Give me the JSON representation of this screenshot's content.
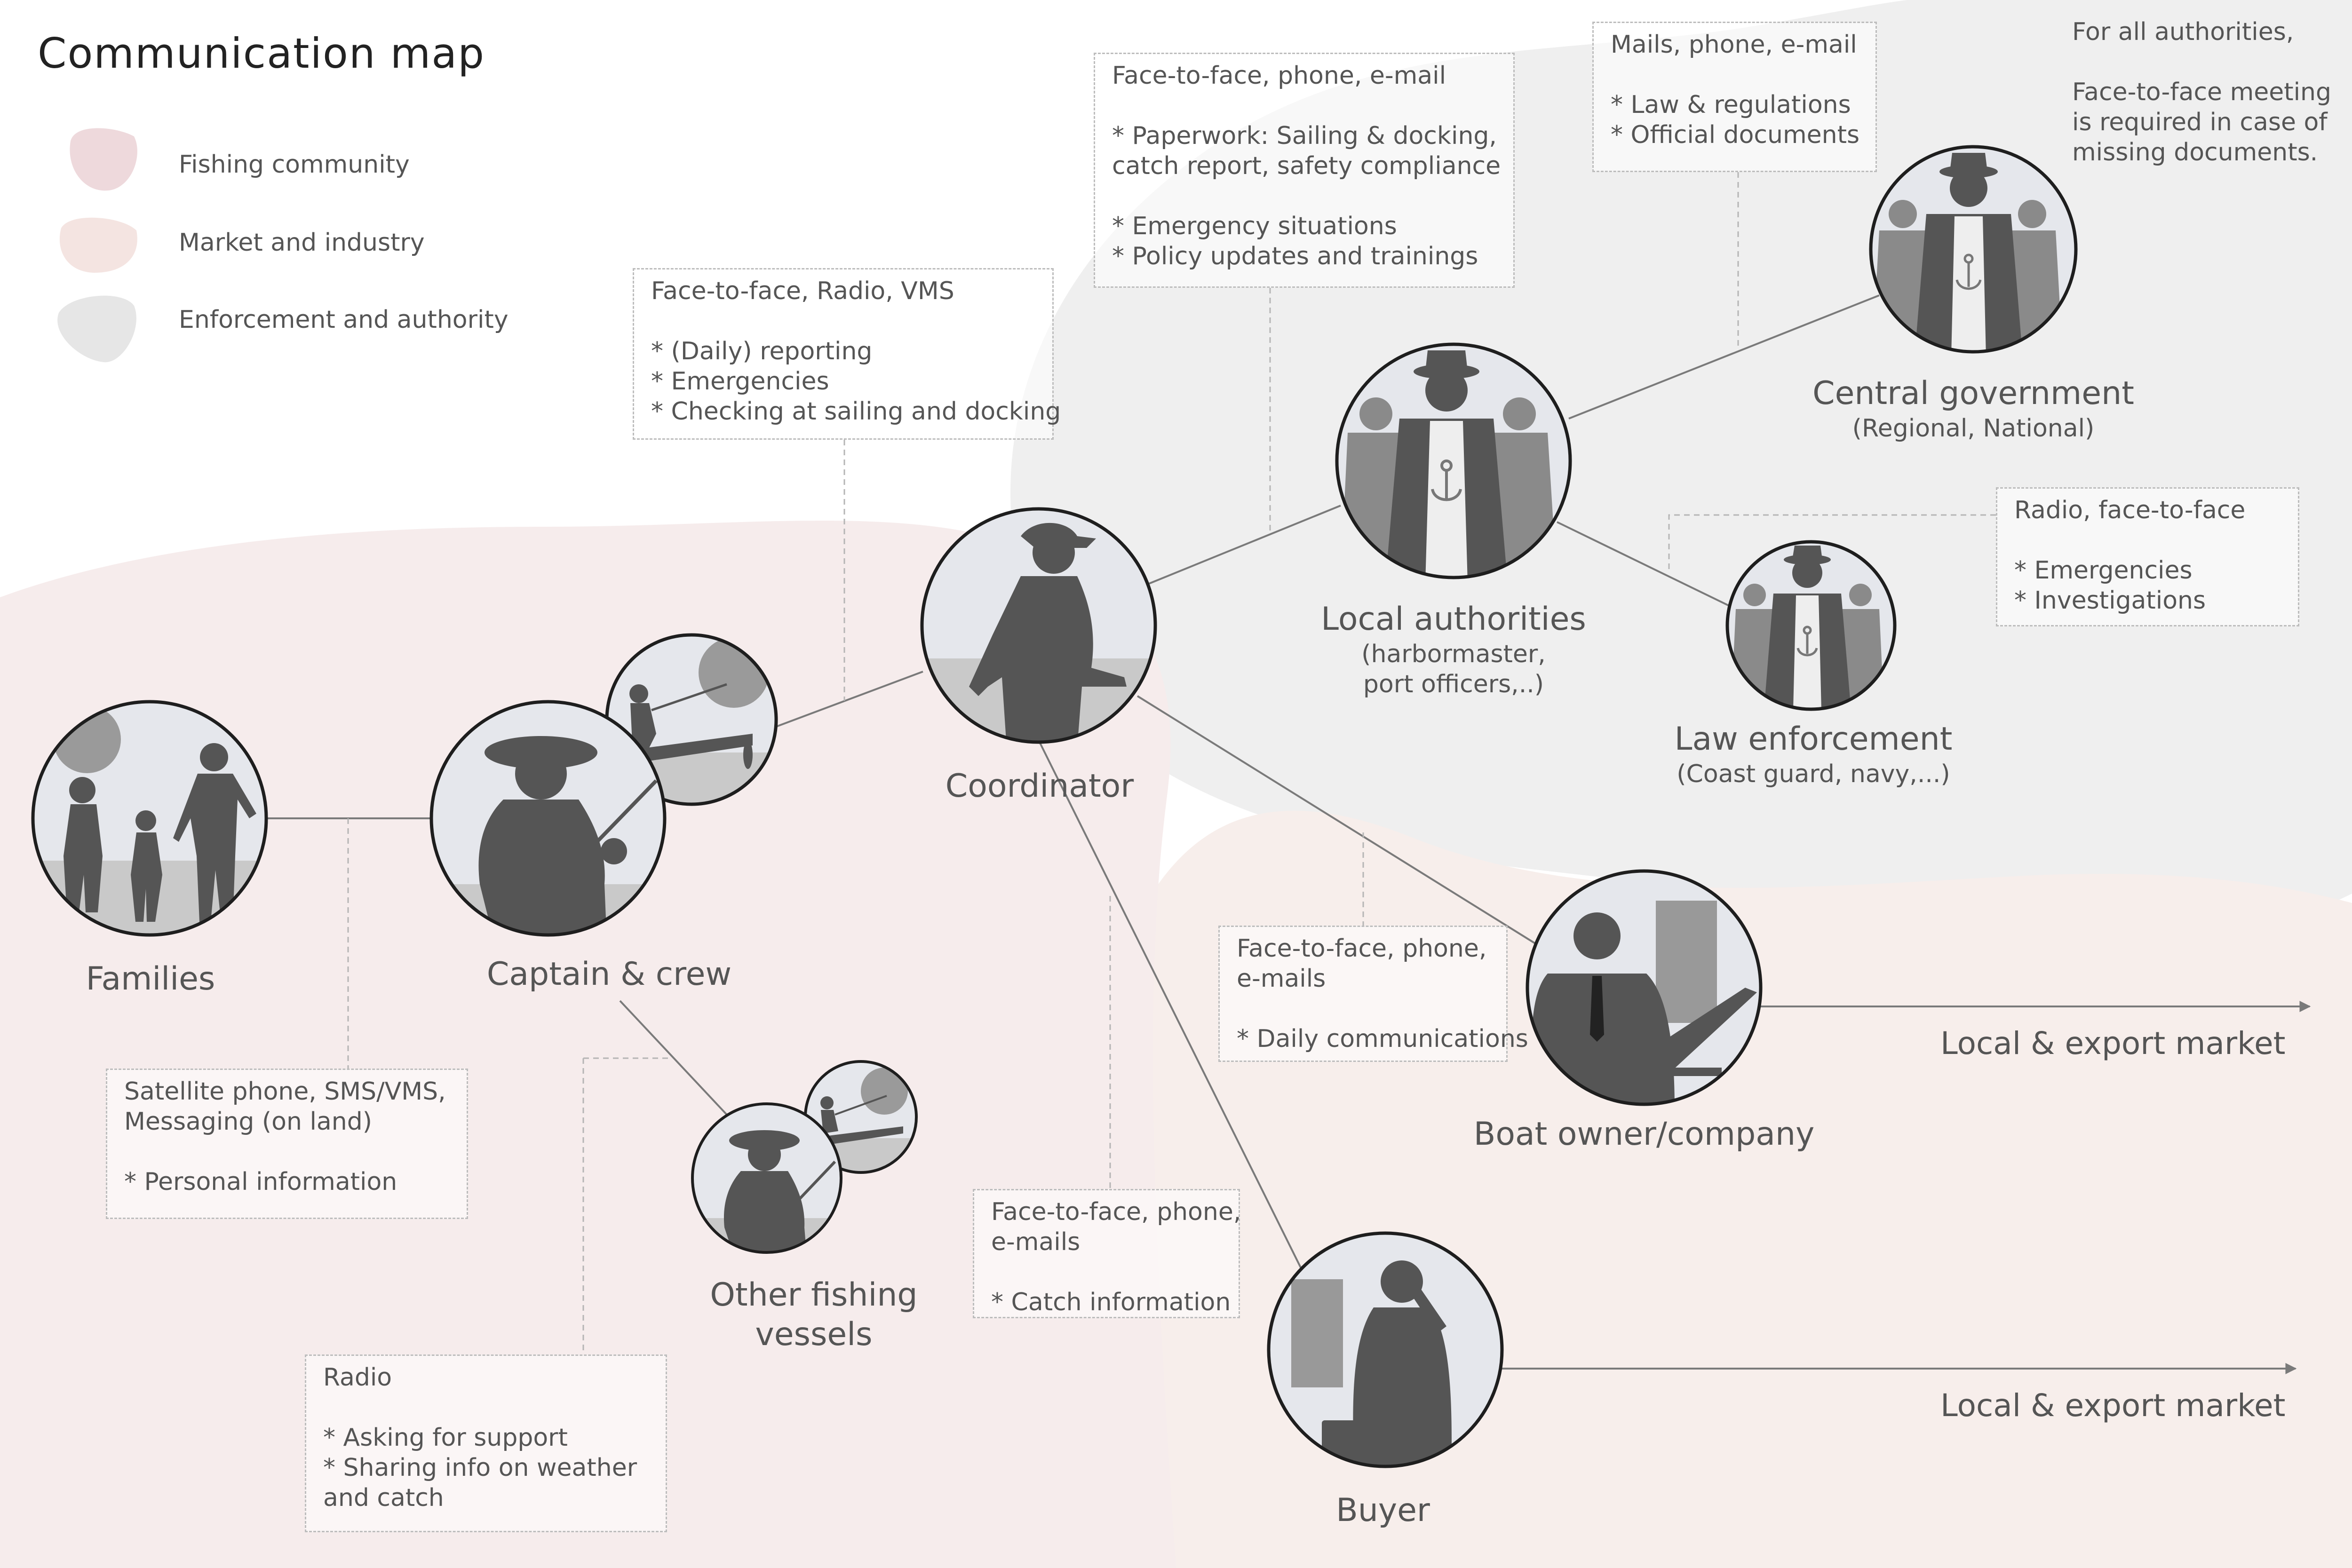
{
  "title": "Communication map",
  "legend": [
    {
      "label": "Fishing community",
      "color": "#eed9dc"
    },
    {
      "label": "Market and industry",
      "color": "#f4e4e1"
    },
    {
      "label": "Enforcement and authority",
      "color": "#e6e6e6"
    }
  ],
  "colors": {
    "fishing_area": "#f6ecec",
    "authority_area": "#efefef",
    "silhouette": "#555555",
    "node_ring": "#1e1e1e",
    "line": "#7a7a7a"
  },
  "nodes": {
    "families": {
      "label": "Families",
      "icon": "family-silhouette-icon"
    },
    "captain": {
      "label": "Captain & crew",
      "icon": "fisherman-silhouette-icon"
    },
    "coordinator": {
      "label": "Coordinator",
      "icon": "coordinator-silhouette-icon"
    },
    "local_authorities": {
      "label": "Local authorities",
      "sub1": "(harbormaster,",
      "sub2": "port officers,..)",
      "icon": "officials-silhouette-icon"
    },
    "central_government": {
      "label": "Central government",
      "sub1": "(Regional, National)",
      "icon": "officials-silhouette-icon"
    },
    "law_enforcement": {
      "label": "Law enforcement",
      "sub1": "(Coast guard, navy,...)",
      "icon": "officials-silhouette-icon"
    },
    "boat_owner": {
      "label": "Boat owner/company",
      "icon": "businessman-laptop-icon"
    },
    "buyer": {
      "label": "Buyer",
      "icon": "buyer-phone-icon"
    },
    "other_vessels": {
      "label1": "Other fishing",
      "label2": "vessels",
      "icon": "fisherman-silhouette-icon"
    }
  },
  "notes": {
    "families_captain": {
      "lines": [
        "Satellite phone, SMS/VMS,",
        "Messaging (on land)",
        "",
        "* Personal information"
      ]
    },
    "captain_other": {
      "lines": [
        "Radio",
        "",
        "* Asking for support",
        "* Sharing info on weather",
        "and catch"
      ]
    },
    "captain_coordinator": {
      "lines": [
        "Face-to-face, Radio, VMS",
        "",
        "* (Daily) reporting",
        "* Emergencies",
        "* Checking at sailing and docking"
      ]
    },
    "coordinator_local": {
      "lines": [
        "Face-to-face, phone, e-mail",
        "",
        "* Paperwork: Sailing & docking,",
        "catch report, safety compliance",
        "",
        "* Emergency situations",
        "* Policy updates and trainings"
      ]
    },
    "local_central": {
      "lines": [
        "Mails, phone, e-mail",
        "",
        "* Law & regulations",
        "* Official documents"
      ]
    },
    "local_law": {
      "lines": [
        "Radio, face-to-face",
        "",
        "* Emergencies",
        "* Investigations"
      ]
    },
    "coordinator_owner": {
      "lines": [
        "Face-to-face, phone,",
        "e-mails",
        "",
        "* Daily communications"
      ]
    },
    "coordinator_buyer": {
      "lines": [
        "Face-to-face, phone,",
        "e-mails",
        "",
        "* Catch information"
      ]
    }
  },
  "free_note": {
    "lines": [
      "For all authorities,",
      "",
      "Face-to-face meeting",
      "is required in case of",
      "missing documents."
    ]
  },
  "markets": {
    "owner_market": "Local & export market",
    "buyer_market": "Local & export market"
  }
}
